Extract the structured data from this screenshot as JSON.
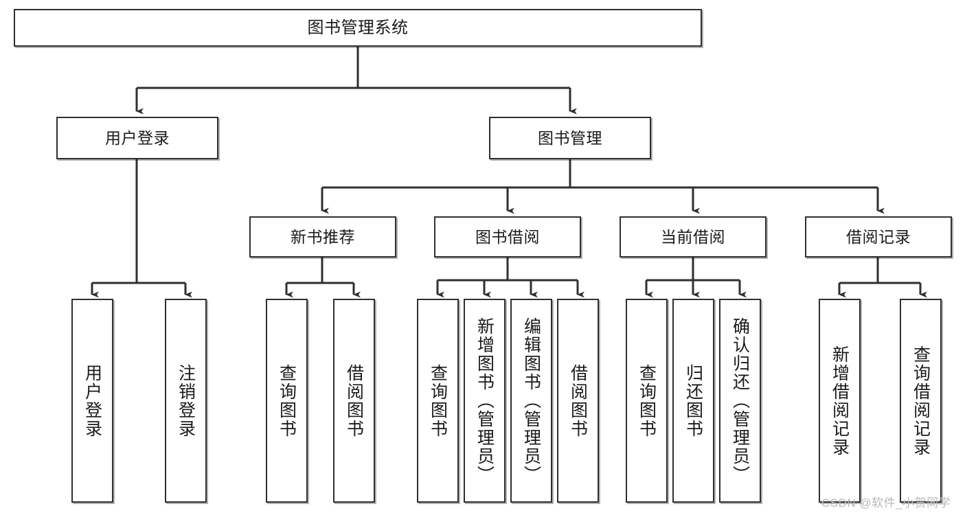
{
  "diagram": {
    "title": "图书管理系统",
    "type": "tree-hierarchy-chart",
    "colors": {
      "box_border": "#2f2f2f",
      "box_fill": "#ffffff",
      "edge": "#2f2f2f",
      "text": "#1a1a1a",
      "watermark": "#b9b9b9",
      "background": "#ffffff"
    },
    "watermark": "CSDN @软件_小贺同学"
  },
  "nodes": {
    "root": {
      "label": "图书管理系统"
    },
    "level2": [
      {
        "label": "用户登录"
      },
      {
        "label": "图书管理"
      }
    ],
    "level3": [
      {
        "label": "新书推荐"
      },
      {
        "label": "图书借阅"
      },
      {
        "label": "当前借阅"
      },
      {
        "label": "借阅记录"
      }
    ],
    "leaves": [
      {
        "label": "用户登录"
      },
      {
        "label": "注销登录"
      },
      {
        "label": "查询图书"
      },
      {
        "label": "借阅图书"
      },
      {
        "label": "查询图书"
      },
      {
        "label": "新增图书（管理员）"
      },
      {
        "label": "编辑图书（管理员）"
      },
      {
        "label": "借阅图书"
      },
      {
        "label": "查询图书"
      },
      {
        "label": "归还图书"
      },
      {
        "label": "确认归还（管理员）"
      },
      {
        "label": "新增借阅记录"
      },
      {
        "label": "查询借阅记录"
      }
    ]
  }
}
